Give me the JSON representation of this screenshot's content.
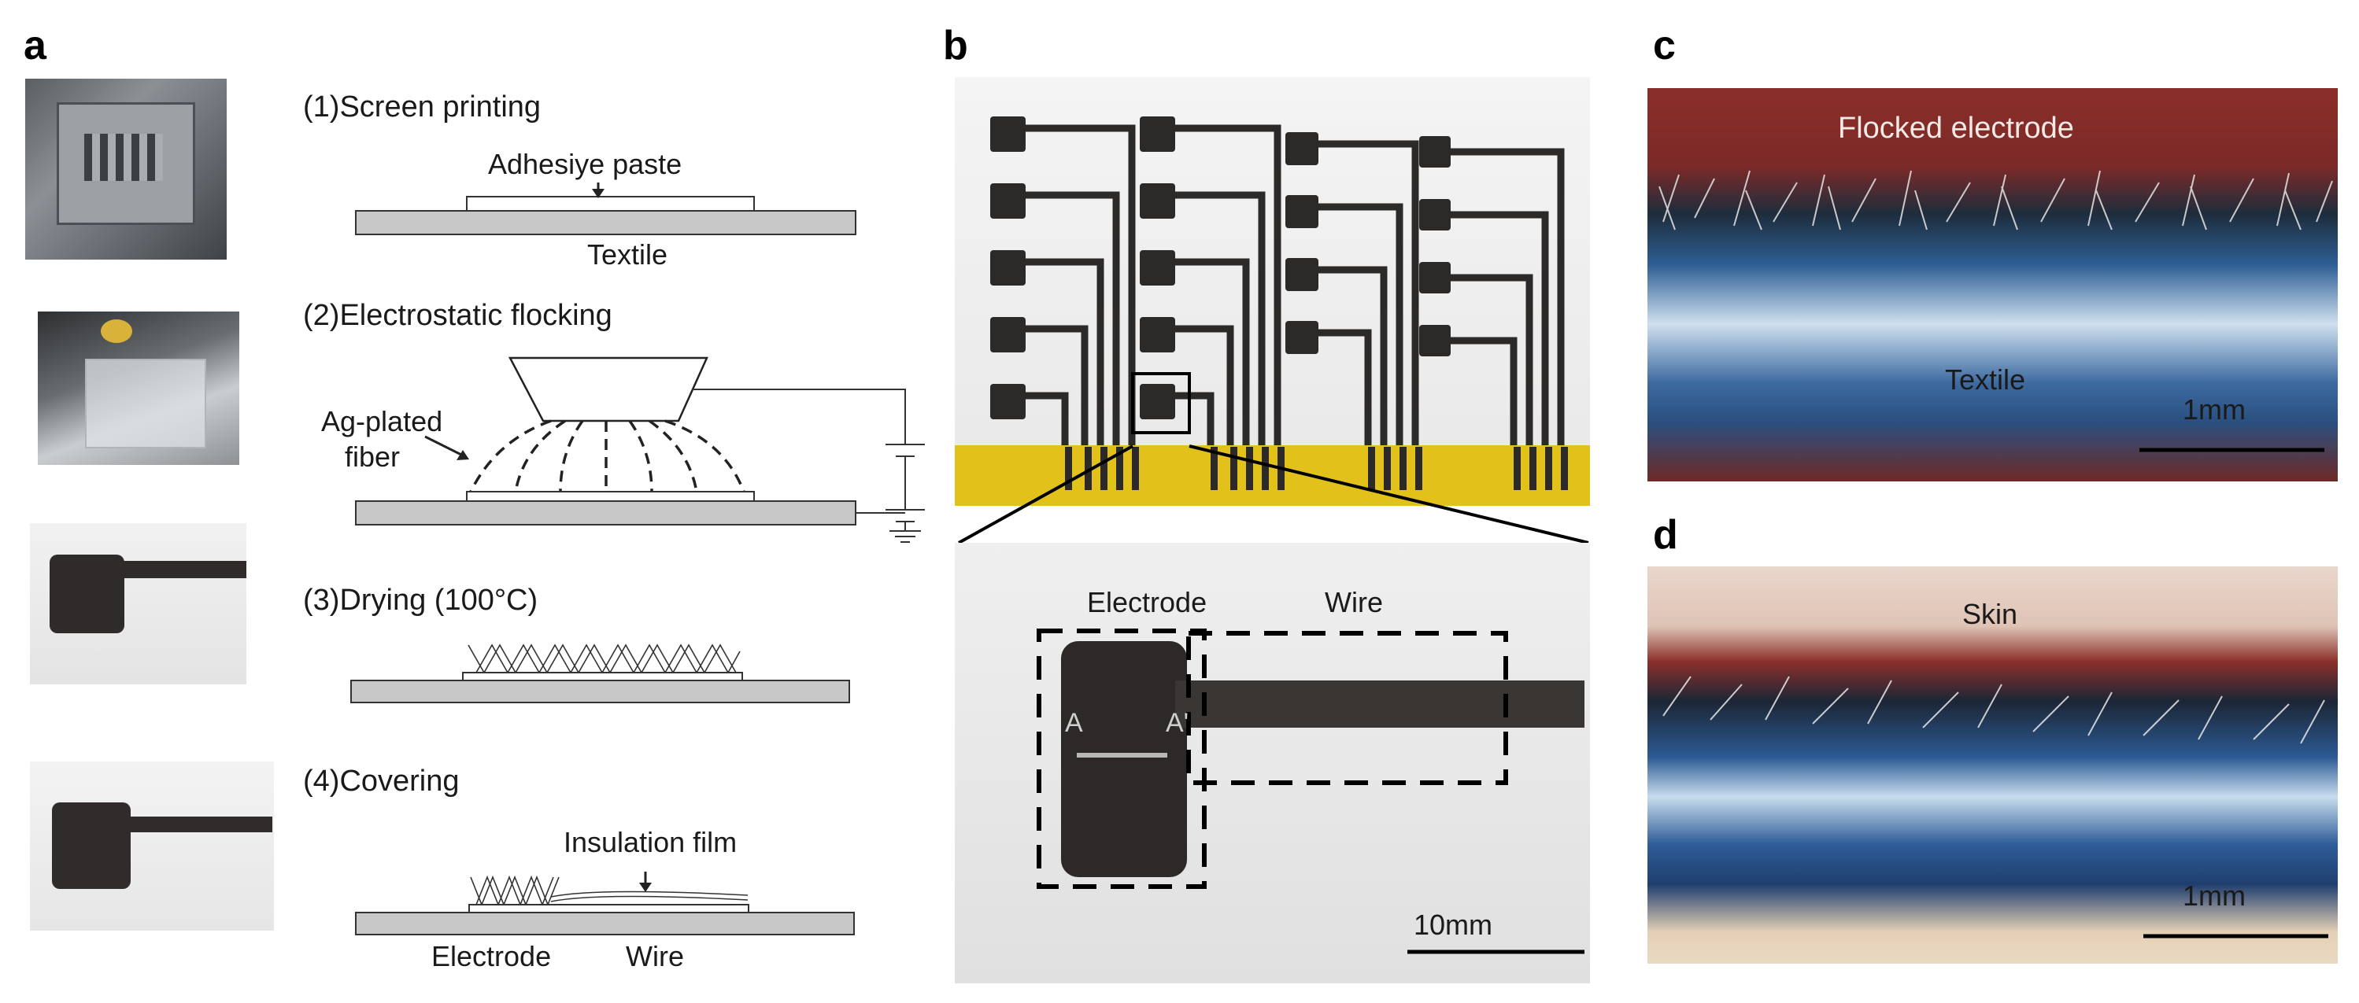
{
  "panel_labels": {
    "a": "a",
    "b": "b",
    "c": "c",
    "d": "d"
  },
  "panel_a": {
    "steps": [
      {
        "title": "(1)Screen printing",
        "annotations": [
          "Adhesiye paste",
          "Textile"
        ]
      },
      {
        "title": "(2)Electrostatic flocking",
        "annotations": [
          "Ag-plated",
          "fiber"
        ]
      },
      {
        "title": "(3)Drying (100°C)",
        "annotations": []
      },
      {
        "title": "(4)Covering",
        "annotations": [
          "Insulation film",
          "Electrode",
          "Wire"
        ]
      }
    ]
  },
  "panel_b": {
    "electrode_label": "Electrode",
    "wire_label": "Wire",
    "section_start": "A",
    "section_end": "A'",
    "scale_bar": "10mm"
  },
  "panel_c": {
    "top_label": "Flocked electrode",
    "mid_label": "Textile",
    "scale_bar": "1mm"
  },
  "panel_d": {
    "top_label": "Skin",
    "scale_bar": "1mm"
  },
  "colors": {
    "substrate_gray": "#c8c8c8",
    "tape_yellow": "#e2c21a",
    "electrode_black": "#2a2a2a",
    "textile_blue": "#2f5f95",
    "skin_red": "#8a2f2a"
  }
}
